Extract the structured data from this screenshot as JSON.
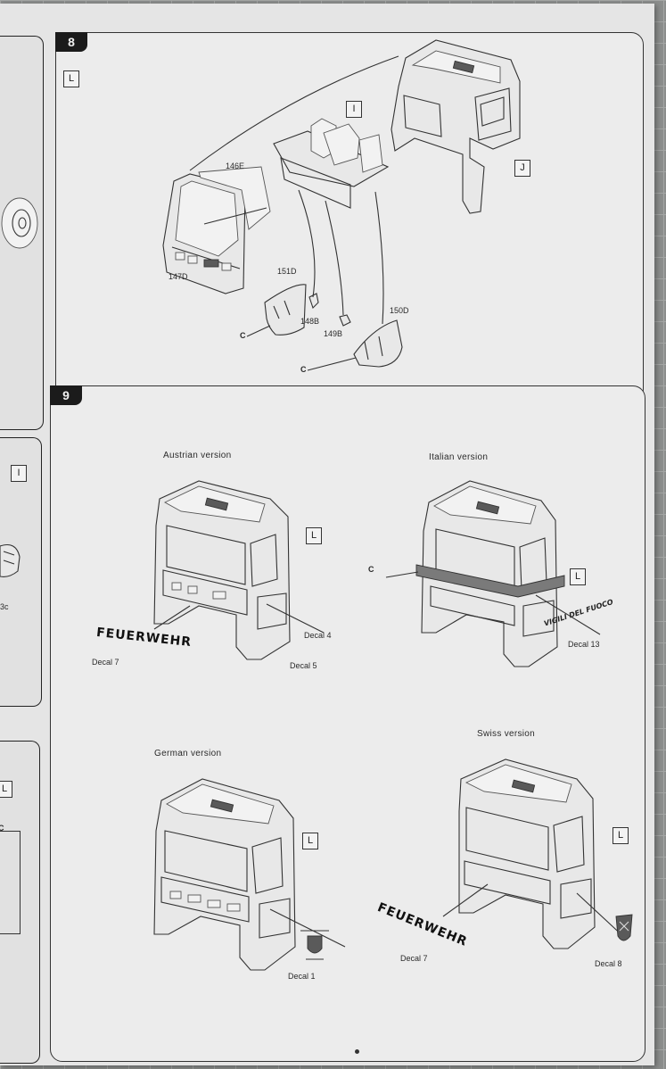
{
  "step8": {
    "number": "8",
    "corner_tag": "L",
    "part_tags": {
      "interior": "I",
      "cab": "J"
    },
    "parts": {
      "p146": "146E",
      "p147": "147D",
      "p151": "151D",
      "p148": "148B",
      "p149": "149B",
      "p150": "150D"
    },
    "glue": "C"
  },
  "step9": {
    "number": "9",
    "austrian": {
      "title": "Austrian version",
      "tag": "L",
      "feuerwehr": "FEUERWEHR",
      "decal_a": "Decal 7",
      "decal_b": "Decal 4",
      "decal_c": "Decal 5"
    },
    "italian": {
      "title": "Italian version",
      "tag": "L",
      "vigili": "VIGILI DEL FUOCO",
      "decal": "Decal 13",
      "glue": "C"
    },
    "german": {
      "title": "German version",
      "tag": "L",
      "decal": "Decal 1"
    },
    "swiss": {
      "title": "Swiss version",
      "tag": "L",
      "feuerwehr": "FEUERWEHR",
      "decal_a": "Decal 7",
      "decal_b": "Decal 8"
    }
  },
  "prev_page": {
    "tag_top": "I",
    "tag_bottom": "L",
    "glue": "C",
    "part_suffix": "3c"
  }
}
